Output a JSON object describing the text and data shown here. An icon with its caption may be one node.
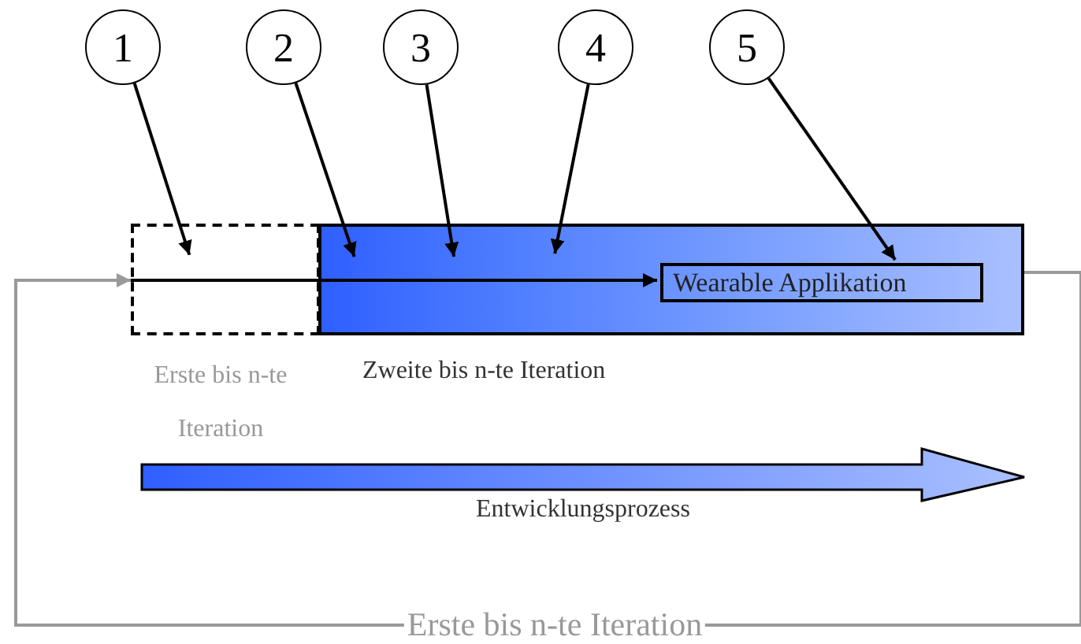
{
  "diagram": {
    "nodes": [
      {
        "text": [
          "1"
        ]
      },
      {
        "text": [
          "2"
        ]
      },
      {
        "text": [
          "3"
        ]
      },
      {
        "text": [
          "4"
        ]
      },
      {
        "text": [
          "5"
        ]
      },
      {
        "text": [],
        "shape": "box",
        "beside": [
          "Erste bis n-te Iteration"
        ]
      },
      {
        "text": [],
        "shape": "box",
        "beside": [
          "Zweite bis n-te Iteration"
        ]
      },
      {
        "text": [
          "Wearable Applikation"
        ],
        "in": 6
      }
    ],
    "edges": [
      {
        "from": 0,
        "to": 5,
        "arrow": "to"
      },
      {
        "from": 1,
        "to": 6,
        "arrow": "to"
      },
      {
        "from": 2,
        "to": 6,
        "arrow": "to"
      },
      {
        "from": 3,
        "to": 6,
        "arrow": "to"
      },
      {
        "from": 4,
        "to": 7,
        "arrow": "to"
      },
      {
        "from": 5,
        "to": 7,
        "arrow": "to"
      },
      {
        "from": 6,
        "to": 5,
        "arrow": "to",
        "label": "Erste bis n-te Iteration",
        "color": "#999999"
      }
    ],
    "labels": [
      "Entwicklungsprozess"
    ]
  }
}
